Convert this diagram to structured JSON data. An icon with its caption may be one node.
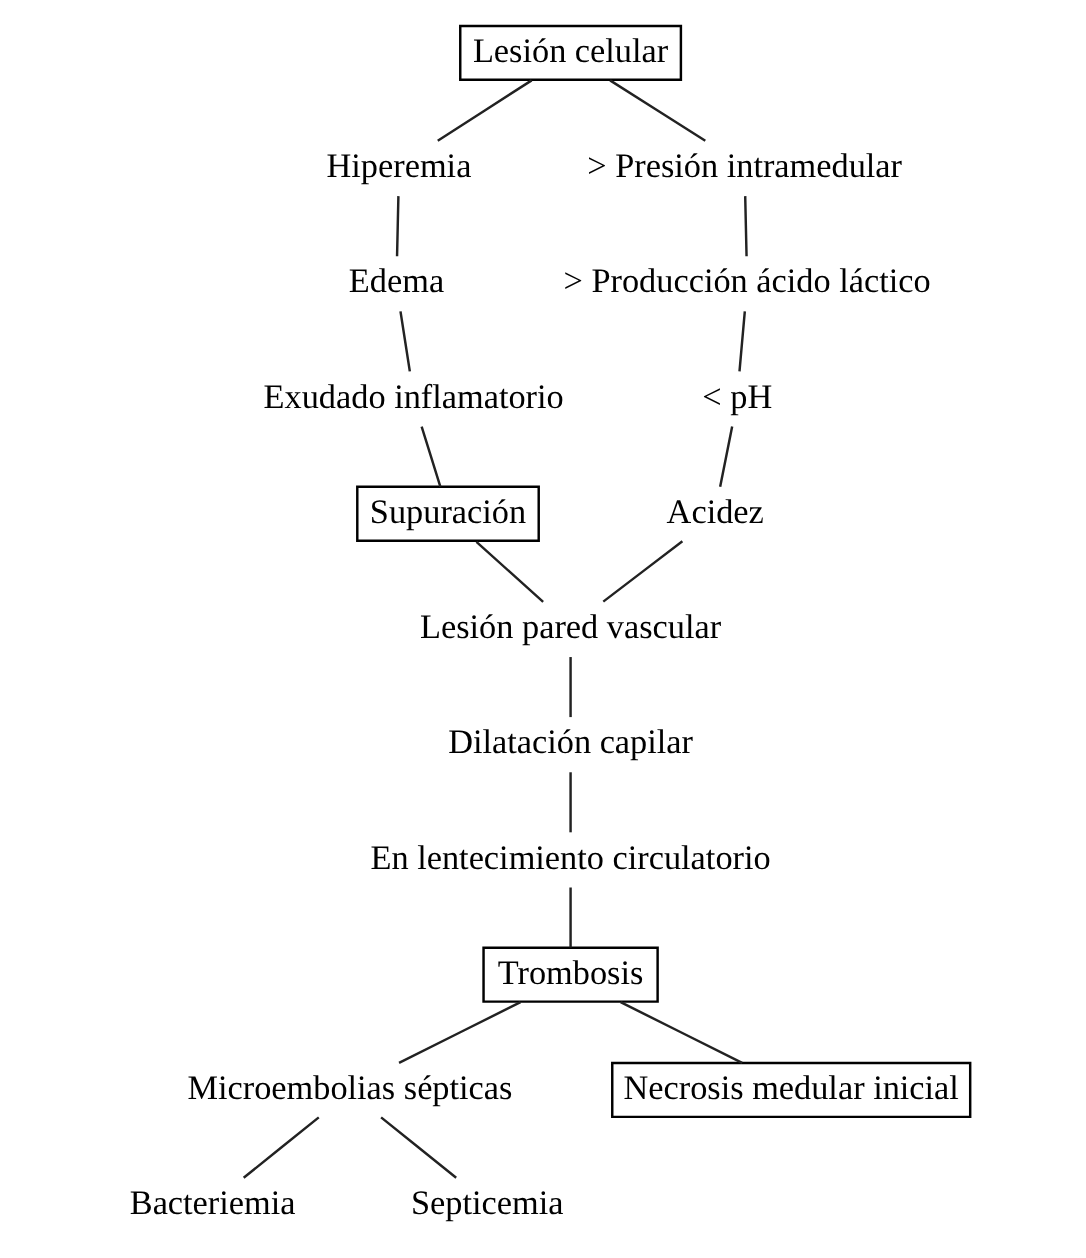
{
  "diagram": {
    "nodes": [
      {
        "text": [
          "Lesión celular"
        ]
      },
      {
        "text": [
          "Hiperemia"
        ]
      },
      {
        "text": [
          "> Presión intramedular"
        ]
      },
      {
        "text": [
          "Edema"
        ]
      },
      {
        "text": [
          "> Producción ácido láctico"
        ]
      },
      {
        "text": [
          "Exudado inflamatorio"
        ]
      },
      {
        "text": [
          "< pH"
        ]
      },
      {
        "text": [
          "Supuración"
        ]
      },
      {
        "text": [
          "Acidez"
        ]
      },
      {
        "text": [
          "Lesión pared vascular"
        ]
      },
      {
        "text": [
          "Dilatación capilar"
        ]
      },
      {
        "text": [
          "En lentecimiento circulatorio"
        ]
      },
      {
        "text": [
          "Trombosis"
        ]
      },
      {
        "text": [
          "Microembolias sépticas"
        ]
      },
      {
        "text": [
          "Necrosis medular inicial"
        ]
      },
      {
        "text": [
          "Bacteriemia"
        ]
      },
      {
        "text": [
          "Septicemia"
        ]
      }
    ],
    "edges": [
      {
        "from": 0,
        "to": 1,
        "arrow": "none"
      },
      {
        "from": 0,
        "to": 2,
        "arrow": "none"
      },
      {
        "from": 1,
        "to": 3,
        "arrow": "none"
      },
      {
        "from": 2,
        "to": 4,
        "arrow": "none"
      },
      {
        "from": 3,
        "to": 5,
        "arrow": "none"
      },
      {
        "from": 4,
        "to": 6,
        "arrow": "none"
      },
      {
        "from": 5,
        "to": 7,
        "arrow": "none"
      },
      {
        "from": 6,
        "to": 8,
        "arrow": "none"
      },
      {
        "from": 7,
        "to": 9,
        "arrow": "none"
      },
      {
        "from": 8,
        "to": 9,
        "arrow": "none"
      },
      {
        "from": 9,
        "to": 10,
        "arrow": "none"
      },
      {
        "from": 10,
        "to": 11,
        "arrow": "none"
      },
      {
        "from": 11,
        "to": 12,
        "arrow": "none"
      },
      {
        "from": 12,
        "to": 13,
        "arrow": "none"
      },
      {
        "from": 12,
        "to": 14,
        "arrow": "none"
      },
      {
        "from": 13,
        "to": 15,
        "arrow": "none"
      },
      {
        "from": 13,
        "to": 16,
        "arrow": "none"
      }
    ]
  }
}
